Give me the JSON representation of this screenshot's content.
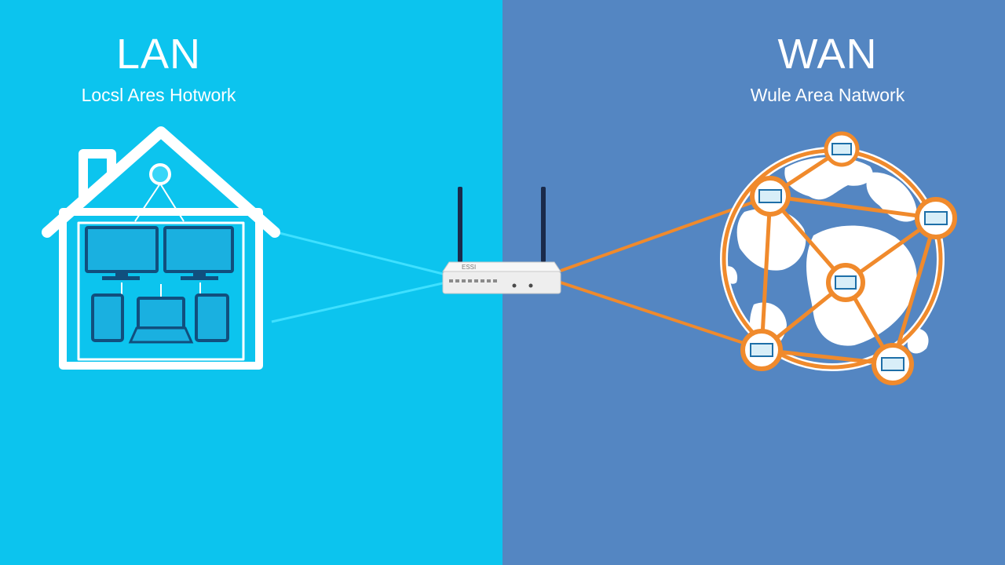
{
  "lan": {
    "title": "LAN",
    "subtitle": "Locsl Ares Hotwork",
    "background": "#0cc4ee"
  },
  "wan": {
    "title": "WAN",
    "subtitle": "Wule Area Natwork",
    "background": "#5486c2",
    "link_color": "#f08a2c"
  },
  "router": {
    "label": "ESSI",
    "icon": "wifi-router-icon"
  },
  "icons": [
    "house-icon",
    "monitor-icon",
    "tablet-icon",
    "laptop-icon",
    "globe-icon",
    "computer-node-icon"
  ]
}
